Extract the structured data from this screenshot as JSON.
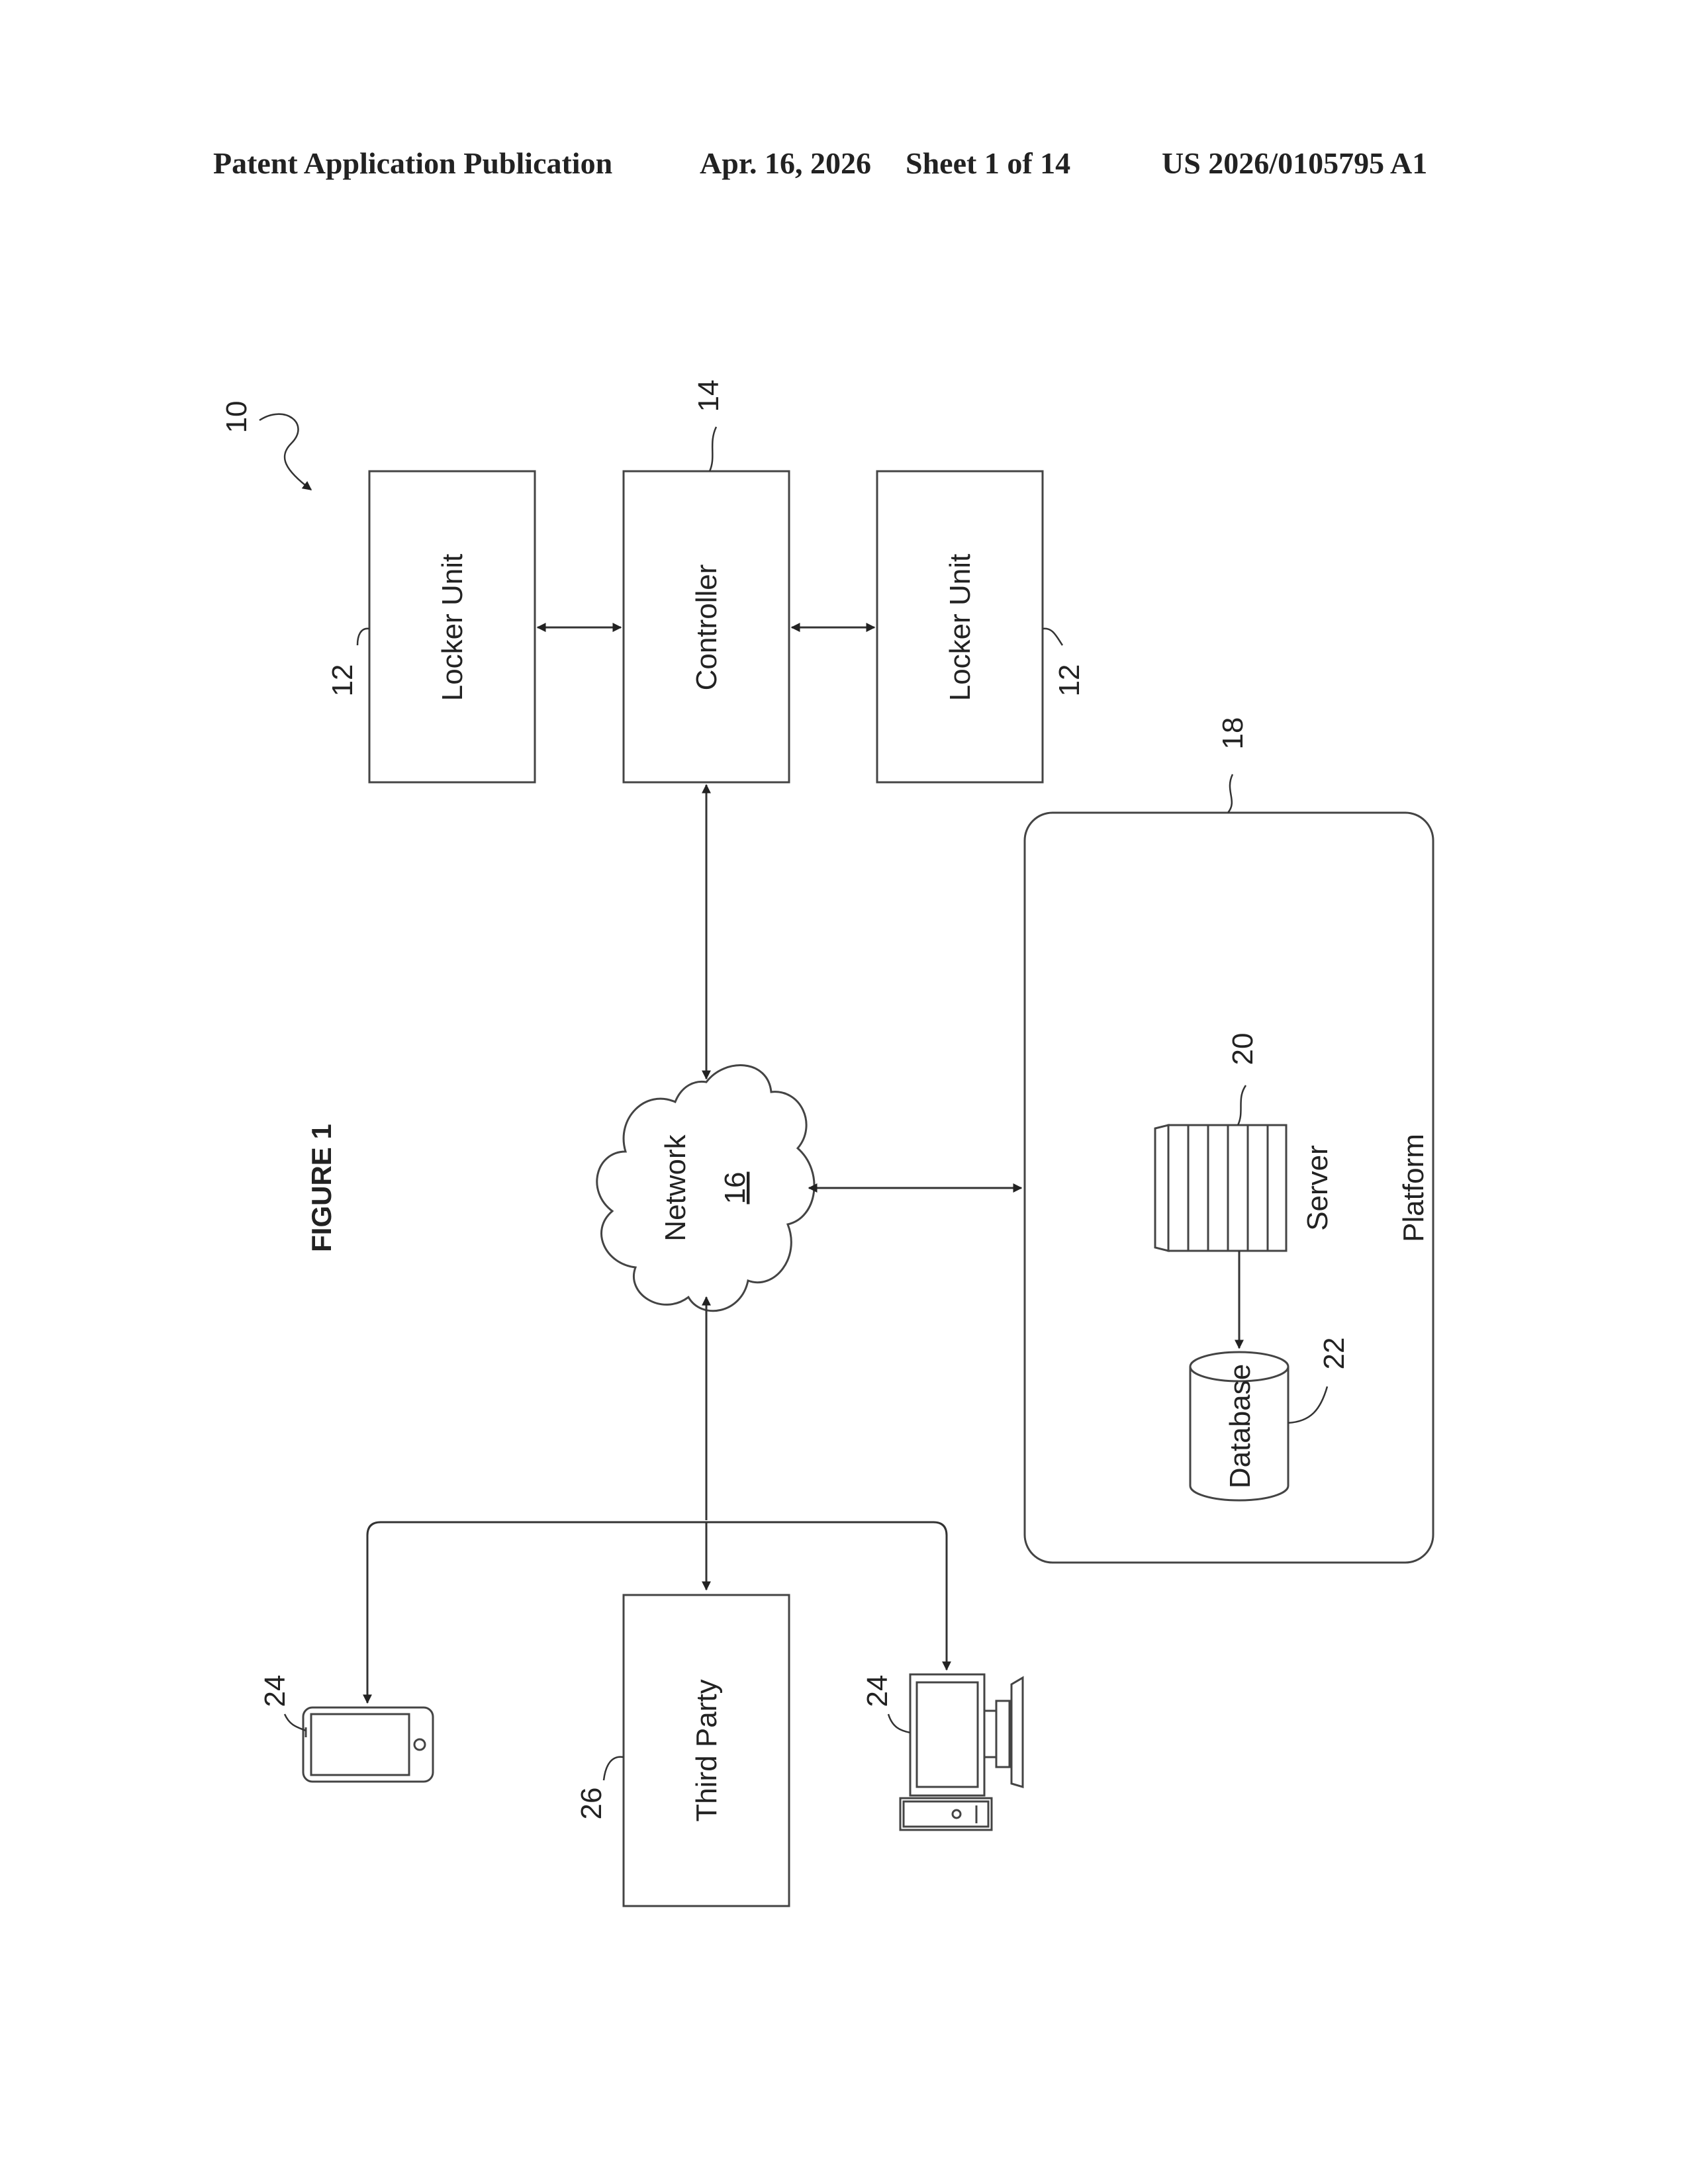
{
  "header": {
    "publication": "Patent Application Publication",
    "date": "Apr. 16, 2026",
    "sheet": "Sheet 1 of 14",
    "number": "US 2026/0105795 A1"
  },
  "figure": {
    "title": "FIGURE 1",
    "system_ref": "10",
    "locker_unit_left": {
      "label": "Locker Unit",
      "ref": "12"
    },
    "controller": {
      "label": "Controller",
      "ref": "14"
    },
    "locker_unit_right": {
      "label": "Locker Unit",
      "ref": "12"
    },
    "network": {
      "label": "Network",
      "ref": "16"
    },
    "platform": {
      "label": "Platform",
      "ref": "18"
    },
    "server": {
      "label": "Server",
      "ref": "20"
    },
    "database": {
      "label": "Database",
      "ref": "22"
    },
    "mobile_device": {
      "ref": "24"
    },
    "third_party": {
      "label": "Third Party",
      "ref": "26"
    },
    "desktop_computer": {
      "ref": "24"
    }
  }
}
